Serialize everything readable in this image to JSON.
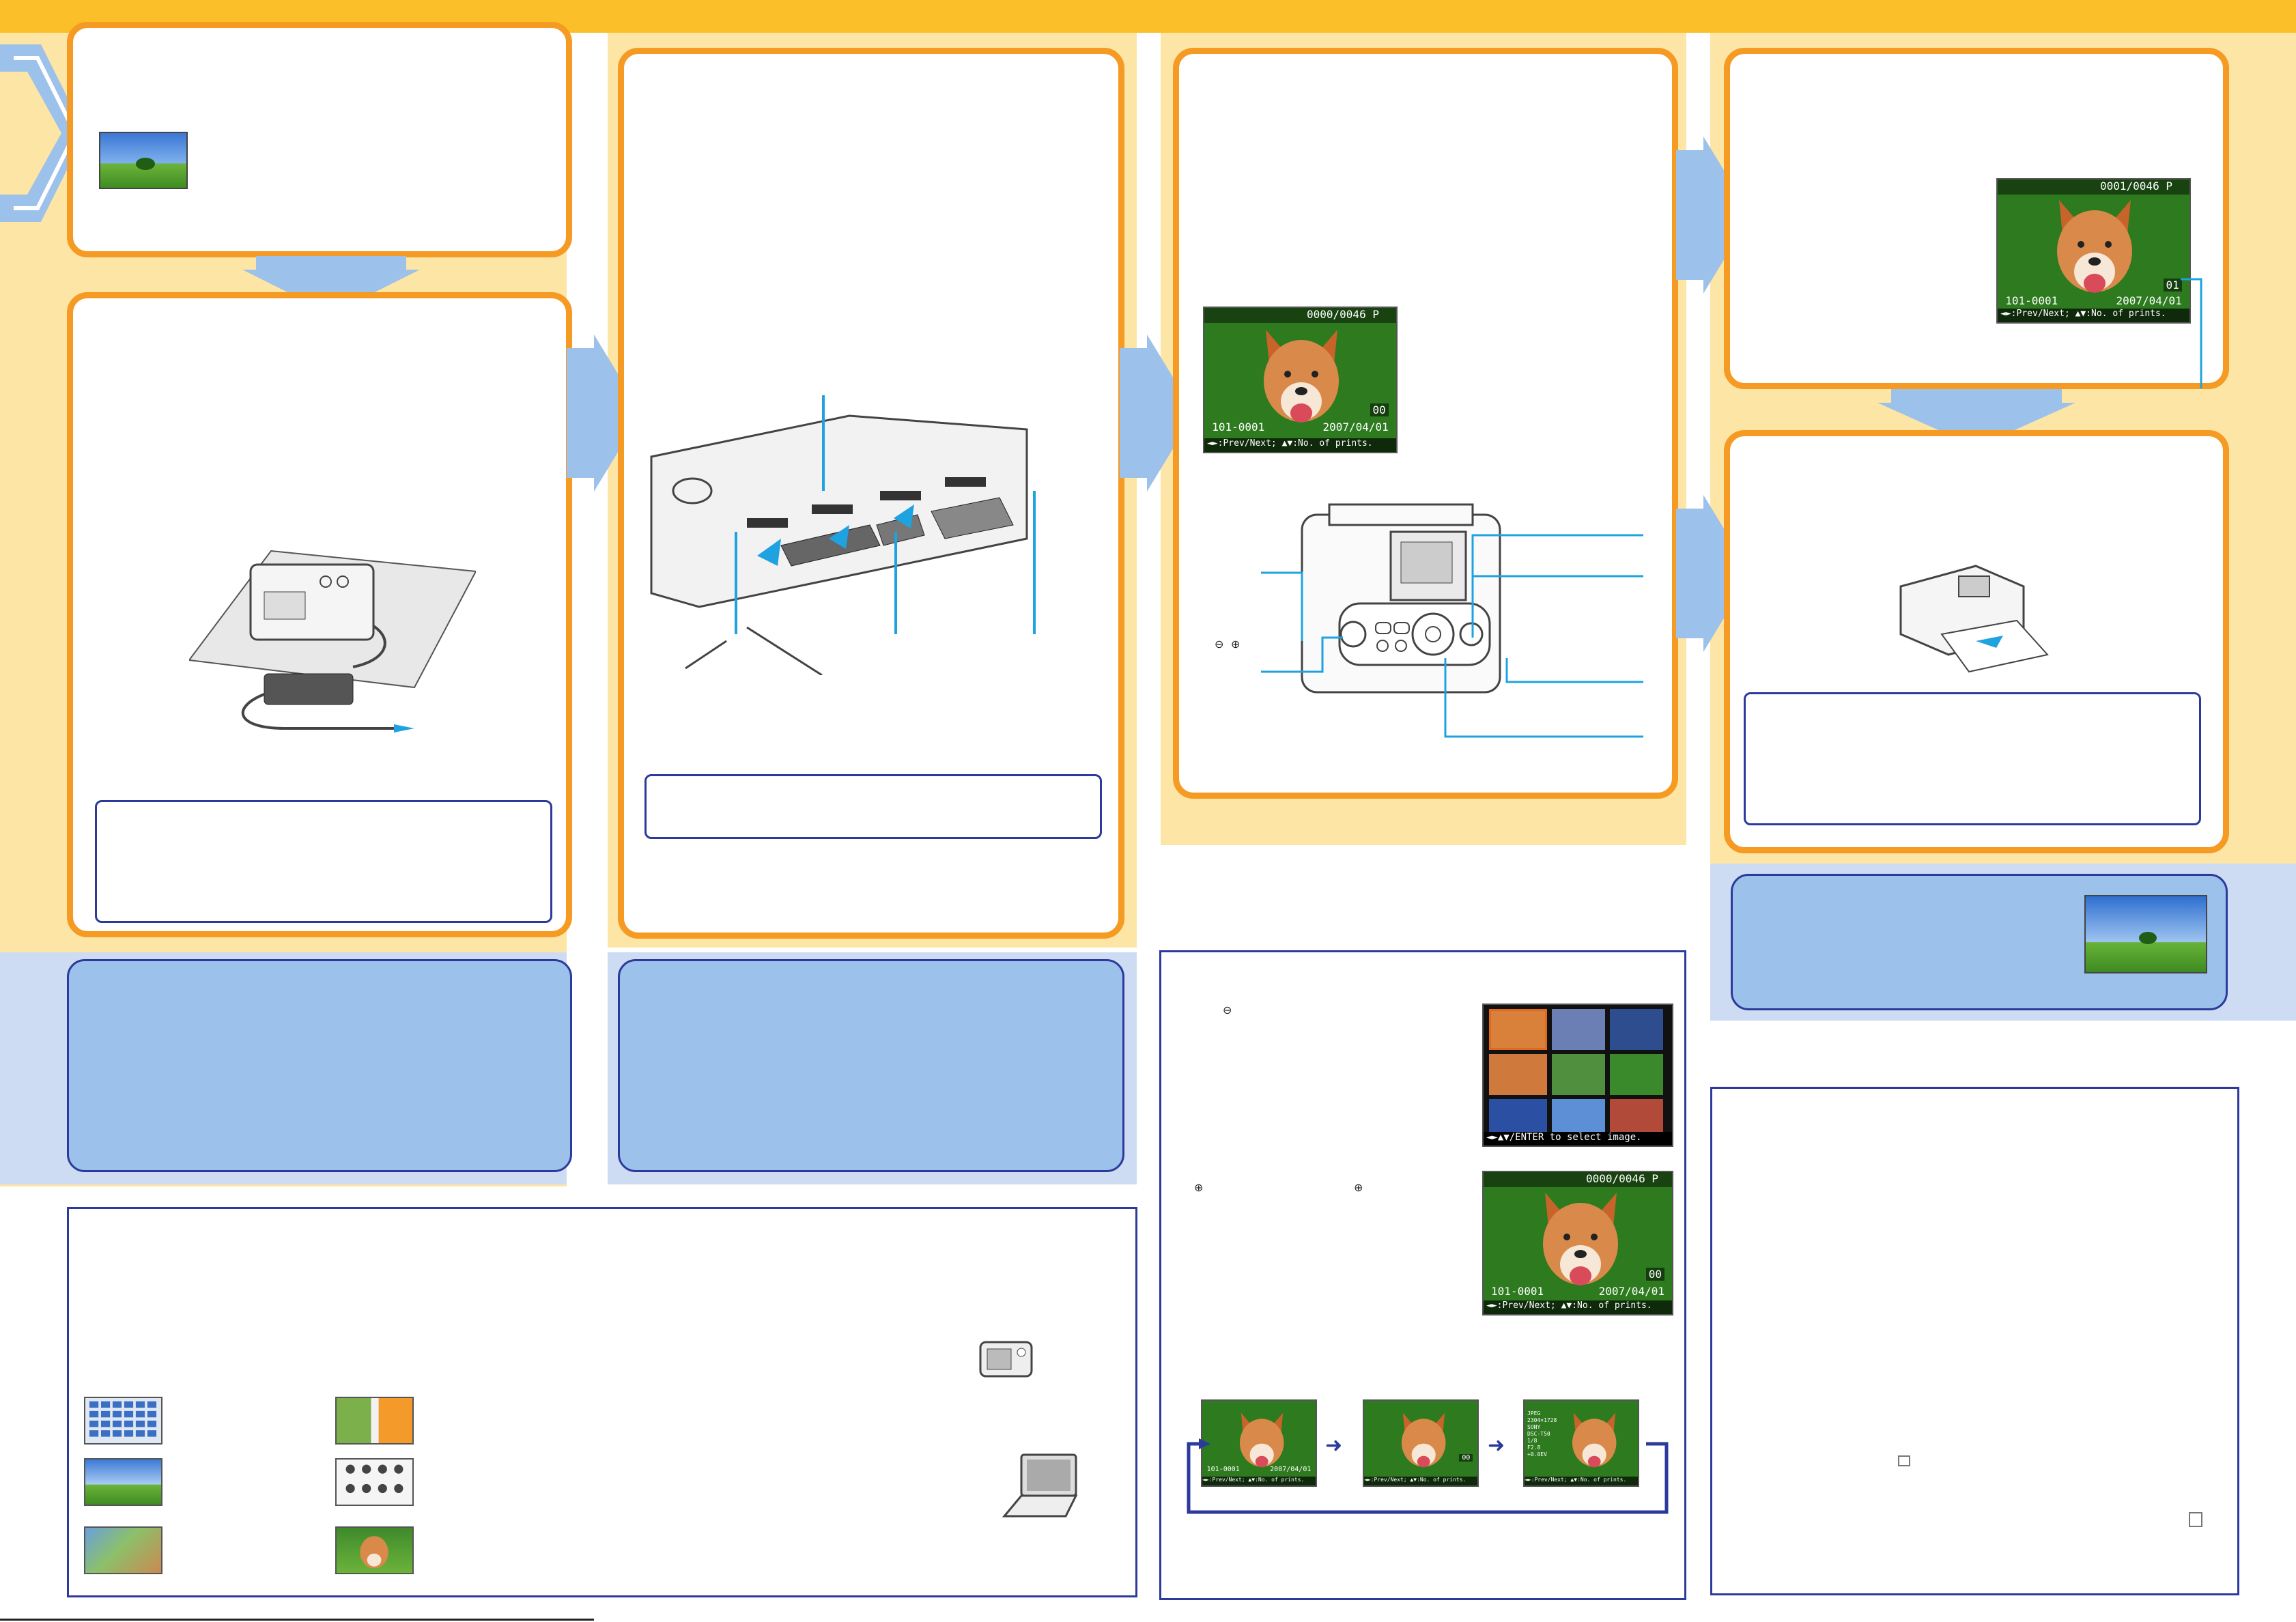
{
  "colors": {
    "topbar": "#fbbf2a",
    "column_bg": "#fde5a6",
    "step_border": "#f59a23",
    "info_panel": "#9cc1ea",
    "frame": "#2b3a9b",
    "flow_arrow": "#9cc1ea",
    "leader_line": "#1ea3e0"
  },
  "lcd": {
    "top_status": "0000/0046 P",
    "top_status_right": "0001/0046 P",
    "file_number": "101-0001",
    "date": "2007/04/01",
    "print_count": "00",
    "print_count_one": "01",
    "nav_hint": "◄►:Prev/Next; ▲▼:No. of prints.",
    "index_hint": "◄►▲▼/ENTER to select image.",
    "info_lines": [
      "JPEG",
      "2304×1728",
      "SONY",
      "DSC-T50",
      "1/8",
      "F2.8",
      "+0.0EV"
    ]
  },
  "icons": {
    "zoom_out_a": "zoom-out-icon",
    "zoom_out_b": "zoom-out-icon",
    "zoom_out_c": "zoom-out-icon",
    "zoom_in_a": "zoom-in-icon",
    "zoom_in_b": "zoom-in-icon"
  }
}
